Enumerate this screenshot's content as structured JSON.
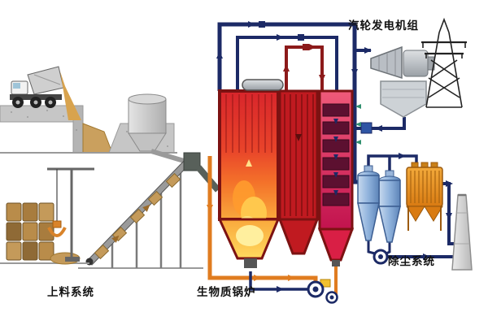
{
  "diagram": {
    "type": "process-flow-diagram",
    "subject": "biomass power plant process",
    "labels": {
      "turbine_generator": "汽轮发电机组",
      "feeding_system": "上料系统",
      "biomass_boiler": "生物质锅炉",
      "dust_removal": "除尘系统"
    },
    "components": [
      "dump-truck",
      "unloading-platform",
      "storage-silo",
      "belt-conveyor",
      "transfer-chute",
      "straw-bales",
      "grab-crane",
      "furnace",
      "second-pass",
      "backpass-heat-exchanger",
      "steam-drum",
      "steam-piping",
      "feedwater-pump",
      "steam-turbine",
      "generator",
      "condenser",
      "transmission-tower",
      "cyclone-separator",
      "bag-filter",
      "induced-draft-fan",
      "chimney",
      "bottom-fans"
    ],
    "colors": {
      "pipe_navy": "#1c2a66",
      "pipe_red": "#8c1a1a",
      "pipe_orange": "#e07c20",
      "teal_arrow": "#2f8f6e",
      "flame_yellow": "#ffe27a",
      "flame_orange": "#ff9b2e",
      "boiler_red": "#c01a20",
      "backpass_pink": "#e2476e",
      "cyclone_blue": "#8fb2dc",
      "filter_orange": "#e8891d",
      "bale_tan": "#c49a5a",
      "concrete_gray": "#c6c6c6",
      "label_text": "#111111",
      "background": "#ffffff"
    }
  }
}
